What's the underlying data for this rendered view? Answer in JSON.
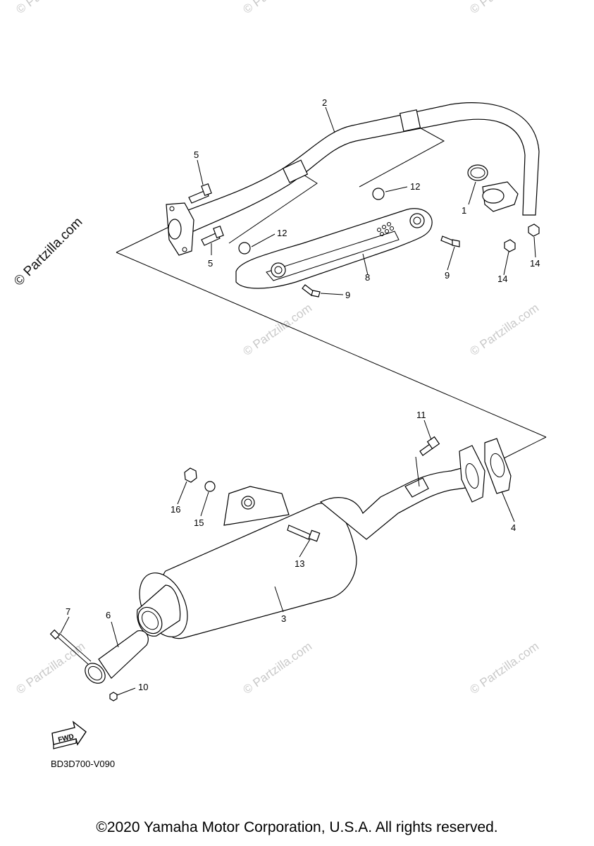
{
  "diagram": {
    "callouts": [
      {
        "id": "c1",
        "label": "1"
      },
      {
        "id": "c2",
        "label": "2"
      },
      {
        "id": "c3",
        "label": "3"
      },
      {
        "id": "c4",
        "label": "4"
      },
      {
        "id": "c5a",
        "label": "5"
      },
      {
        "id": "c5b",
        "label": "5"
      },
      {
        "id": "c6",
        "label": "6"
      },
      {
        "id": "c7",
        "label": "7"
      },
      {
        "id": "c8",
        "label": "8"
      },
      {
        "id": "c9a",
        "label": "9"
      },
      {
        "id": "c9b",
        "label": "9"
      },
      {
        "id": "c10",
        "label": "10"
      },
      {
        "id": "c11",
        "label": "11"
      },
      {
        "id": "c12a",
        "label": "12"
      },
      {
        "id": "c12b",
        "label": "12"
      },
      {
        "id": "c13",
        "label": "13"
      },
      {
        "id": "c14a",
        "label": "14"
      },
      {
        "id": "c14b",
        "label": "14"
      },
      {
        "id": "c15",
        "label": "15"
      },
      {
        "id": "c16",
        "label": "16"
      }
    ],
    "fwd_label": "FWD",
    "diagram_code": "BD3D700-V090"
  },
  "watermark": {
    "text": "© Partzilla.com"
  },
  "footer": {
    "copyright": "©2020 Yamaha Motor Corporation, U.S.A. All rights reserved."
  }
}
